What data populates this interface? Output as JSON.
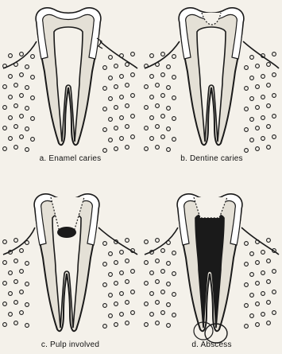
{
  "figure": {
    "panels": [
      {
        "caption": "a. Enamel caries"
      },
      {
        "caption": "b. Dentine caries"
      },
      {
        "caption": "c. Pulp involved"
      },
      {
        "caption": "d. Abscess"
      }
    ]
  },
  "colors": {
    "ink": "#1a1a1a",
    "paper": "#f4f1ea",
    "dentine": "#e4e0d6"
  },
  "icons": [
    "tooth-illustration",
    "bone-dots",
    "gum-line",
    "enamel-band",
    "pulp-chamber",
    "caries-lesion",
    "abscess"
  ]
}
